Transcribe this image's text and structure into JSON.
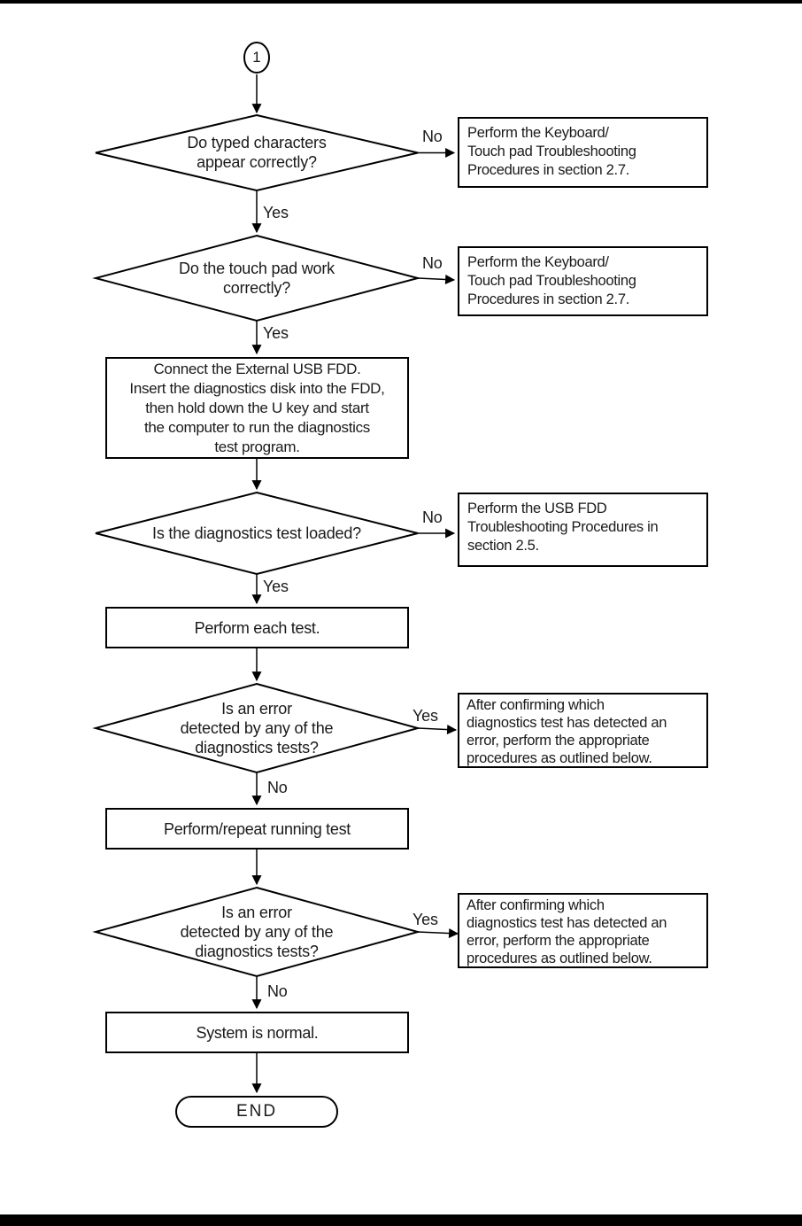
{
  "page": {
    "connector_label": "1",
    "end_label": "END"
  },
  "labels": {
    "yes": "Yes",
    "no": "No"
  },
  "nodes": {
    "d1": {
      "text": "Do typed characters\nappear correctly?"
    },
    "r1": {
      "text": "Perform the Keyboard/\nTouch pad Troubleshooting\nProcedures in section 2.7."
    },
    "d2": {
      "text": "Do the touch pad work\ncorrectly?"
    },
    "r2": {
      "text": "Perform the Keyboard/\nTouch pad Troubleshooting\nProcedures in section 2.7."
    },
    "p1": {
      "text": "Connect the External USB FDD.\nInsert the diagnostics disk into the FDD,\nthen hold down the U key and start\nthe computer to run the diagnostics\ntest program."
    },
    "d3": {
      "text": "Is the diagnostics test loaded?"
    },
    "r3": {
      "text": "Perform the USB FDD\nTroubleshooting Procedures in\nsection 2.5."
    },
    "p2": {
      "text": "Perform each test."
    },
    "d4": {
      "text": "Is an error\ndetected by any of the\ndiagnostics tests?"
    },
    "r4": {
      "text": "After confirming which\ndiagnostics test has detected an\nerror, perform the appropriate\nprocedures as outlined below."
    },
    "p3": {
      "text": "Perform/repeat running test"
    },
    "d5": {
      "text": "Is an error\ndetected by any of the\ndiagnostics tests?"
    },
    "r5": {
      "text": "After confirming which\ndiagnostics test has detected an\nerror, perform the appropriate\nprocedures as outlined below."
    },
    "p4": {
      "text": "System is normal."
    }
  },
  "colors": {
    "line": "#000000",
    "text": "#1a1a1a",
    "background": "#ffffff"
  }
}
